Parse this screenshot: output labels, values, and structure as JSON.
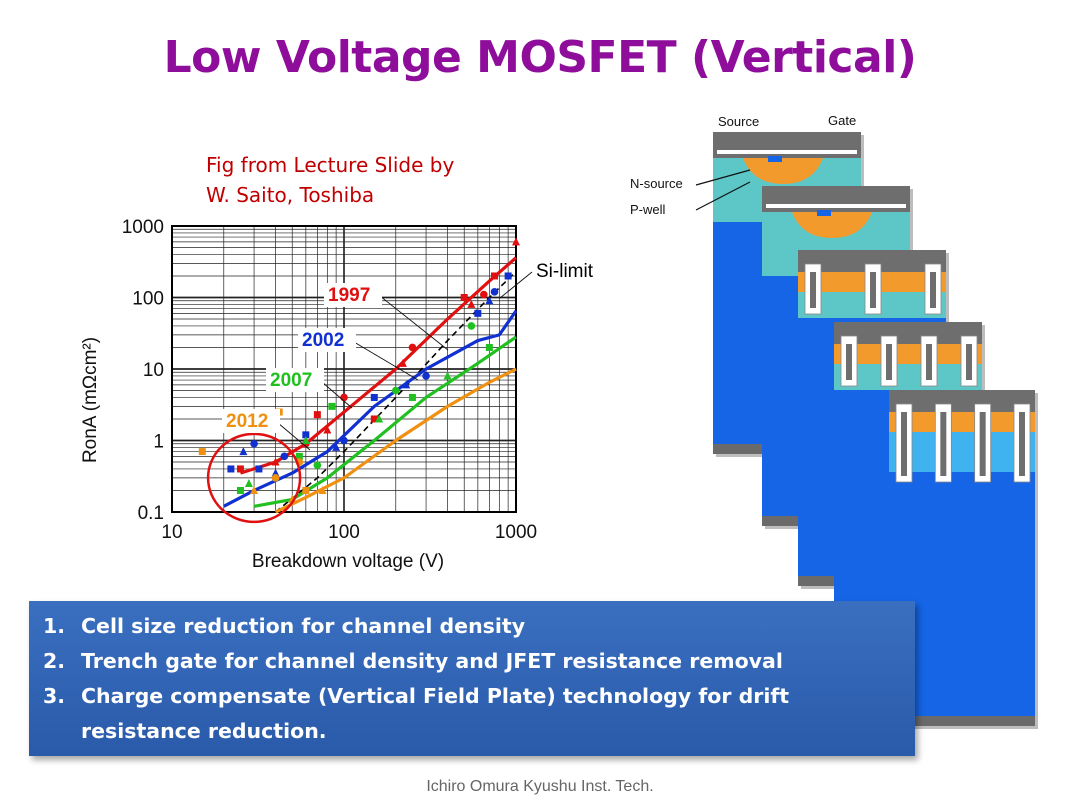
{
  "title": "Low Voltage MOSFET (Vertical)",
  "figure_credit": {
    "line1": "Fig from Lecture Slide by",
    "line2": "W. Saito, Toshiba"
  },
  "chart_data": {
    "type": "line",
    "x_scale": "log",
    "y_scale": "log",
    "xlabel": "Breakdown voltage (V)",
    "ylabel": "RonA  (mΩcm²)",
    "xlim": [
      10,
      1000
    ],
    "ylim": [
      0.1,
      1000
    ],
    "x_ticks": [
      "10",
      "100",
      "1000"
    ],
    "y_ticks": [
      "0.1",
      "1",
      "10",
      "100",
      "1000"
    ],
    "grid": true,
    "colors": {
      "1997": "#e01010",
      "2002": "#1030d0",
      "2007": "#20c020",
      "2012": "#f09010",
      "limit": "#000000"
    },
    "annotations": [
      {
        "text": "Si-limit",
        "color": "#000000"
      },
      {
        "text": "1997",
        "color": "#e01010"
      },
      {
        "text": "2002",
        "color": "#1030d0"
      },
      {
        "text": "2007",
        "color": "#20c020"
      },
      {
        "text": "2012",
        "color": "#f09010"
      }
    ],
    "series": [
      {
        "name": "Si-limit",
        "x": [
          40,
          70,
          100,
          200,
          400,
          700,
          1000
        ],
        "y": [
          0.1,
          0.3,
          0.7,
          4,
          25,
          100,
          230
        ]
      },
      {
        "name": "1997",
        "x": [
          25,
          40,
          60,
          100,
          200,
          400,
          700,
          1000
        ],
        "y": [
          0.35,
          0.5,
          0.9,
          2.5,
          10,
          50,
          170,
          360
        ]
      },
      {
        "name": "2002",
        "x": [
          20,
          30,
          50,
          80,
          150,
          300,
          600,
          800,
          1000
        ],
        "y": [
          0.12,
          0.2,
          0.35,
          0.7,
          3,
          10,
          25,
          30,
          65
        ]
      },
      {
        "name": "2007",
        "x": [
          30,
          50,
          80,
          150,
          300,
          600,
          1000
        ],
        "y": [
          0.12,
          0.15,
          0.3,
          1,
          4,
          12,
          28
        ]
      },
      {
        "name": "2012",
        "x": [
          40,
          60,
          100,
          200,
          400,
          700,
          1000
        ],
        "y": [
          0.1,
          0.16,
          0.3,
          1,
          3,
          6.5,
          10
        ]
      }
    ],
    "scatter": [
      {
        "series": "1997",
        "points": [
          [
            25,
            0.4
          ],
          [
            40,
            0.5
          ],
          [
            60,
            0.9
          ],
          [
            70,
            2.3
          ],
          [
            80,
            1.4
          ],
          [
            100,
            4
          ],
          [
            150,
            2
          ],
          [
            220,
            12
          ],
          [
            250,
            20
          ],
          [
            500,
            100
          ],
          [
            550,
            80
          ],
          [
            650,
            110
          ],
          [
            750,
            200
          ],
          [
            1000,
            600
          ]
        ]
      },
      {
        "series": "2002",
        "points": [
          [
            22,
            0.4
          ],
          [
            26,
            0.7
          ],
          [
            30,
            0.9
          ],
          [
            32,
            0.4
          ],
          [
            40,
            0.35
          ],
          [
            45,
            0.6
          ],
          [
            60,
            1.2
          ],
          [
            90,
            0.8
          ],
          [
            100,
            1
          ],
          [
            150,
            4
          ],
          [
            230,
            6
          ],
          [
            300,
            8
          ],
          [
            600,
            60
          ],
          [
            700,
            90
          ],
          [
            750,
            120
          ],
          [
            900,
            200
          ]
        ]
      },
      {
        "series": "2007",
        "points": [
          [
            25,
            0.2
          ],
          [
            28,
            0.25
          ],
          [
            40,
            0.3
          ],
          [
            55,
            0.6
          ],
          [
            60,
            1
          ],
          [
            70,
            0.45
          ],
          [
            85,
            3
          ],
          [
            160,
            2
          ],
          [
            200,
            5
          ],
          [
            250,
            4
          ],
          [
            400,
            8
          ],
          [
            550,
            40
          ],
          [
            700,
            20
          ]
        ]
      },
      {
        "series": "2012",
        "points": [
          [
            15,
            0.7
          ],
          [
            30,
            0.2
          ],
          [
            40,
            0.3
          ],
          [
            42,
            2.5
          ],
          [
            50,
            0.15
          ],
          [
            55,
            0.5
          ],
          [
            60,
            0.2
          ],
          [
            75,
            0.2
          ]
        ]
      }
    ]
  },
  "cells": {
    "label_source": "Source",
    "label_gate": "Gate",
    "label_nsource": "N-source",
    "label_pwell": "P-well"
  },
  "bullets": [
    {
      "num": "1.",
      "text": "Cell size reduction for channel density"
    },
    {
      "num": "2.",
      "text": "Trench gate for channel density and JFET resistance removal"
    },
    {
      "num": "3.",
      "text": "Charge compensate (Vertical Field Plate) technology for drift resistance reduction."
    }
  ],
  "footer": "Ichiro Omura Kyushu Inst. Tech."
}
